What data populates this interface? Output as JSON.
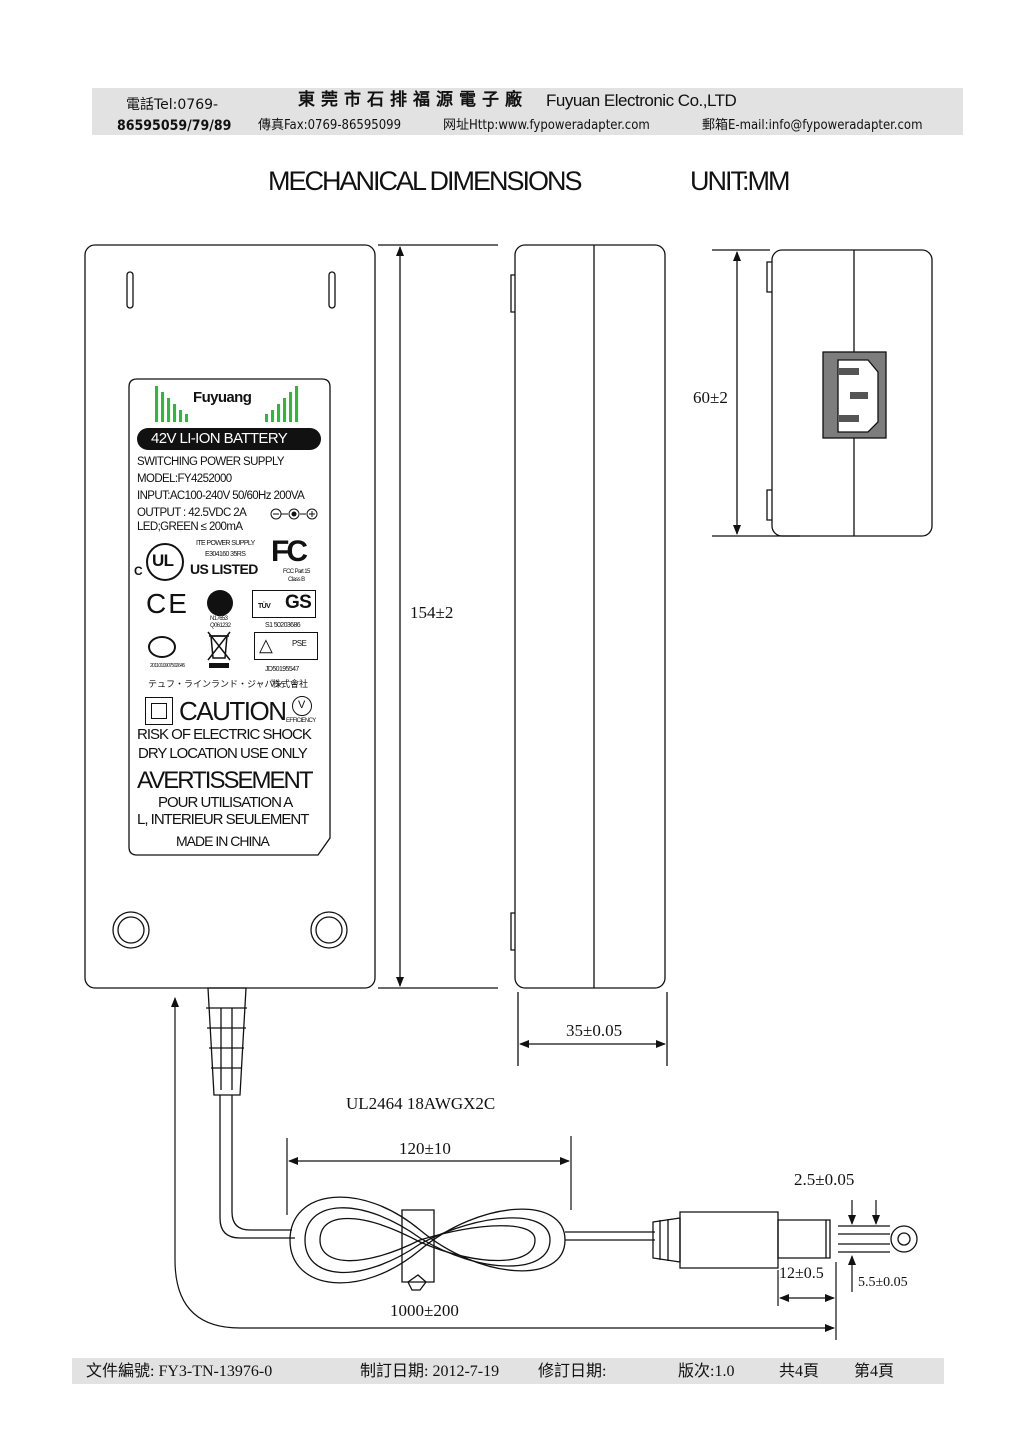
{
  "header": {
    "tel": "電話Tel:0769-",
    "tel_numbers": "86595059/79/89",
    "company_cn": "東莞市石排福源電子廠",
    "company_en": "Fuyuan Electronic Co.,LTD",
    "fax": "傳真Fax:0769-86595099",
    "website": "网址Http:www.fypoweradapter.com",
    "email": "郵箱E-mail:info@fypoweradapter.com"
  },
  "title": "MECHANICAL DIMENSIONS",
  "unit": "UNIT:MM",
  "label": {
    "brand": "Fuyuang",
    "battery_banner": "42V LI-ION BATTERY",
    "line1": "SWITCHING POWER SUPPLY",
    "model": "MODEL:FY4252000",
    "input": "INPUT:AC100-240V 50/60Hz 200VA",
    "output": "OUTPUT : 42.5VDC 2A",
    "led": "LED;GREEN ≤ 200mA",
    "ite": "ITE POWER SUPPLY",
    "file_no": "E304160 35RS",
    "ul_c": "C",
    "ul_listed": "US LISTED",
    "fcc": "FC",
    "fcc_part": "FCC Part 15",
    "fcc_class": "Class B",
    "ce": "CE",
    "n_code1": "N17653",
    "n_code2": "Q061232",
    "gs_code": "S1 50203686",
    "ccc_code": "2011010907502645",
    "pse": "PSE",
    "jd_code": "JD50195547",
    "japanese": "テュフ・ラインランド・ジャパン",
    "japanese2": "株式會社",
    "caution": "CAUTION",
    "efficiency": "EFFICIENCY",
    "efficiency_mark": "V",
    "risk": "RISK OF ELECTRIC SHOCK",
    "dry": "DRY LOCATION USE ONLY",
    "avert": "AVERTISSEMENT",
    "pour": "POUR UTILISATION A",
    "interieur": "L, INTERIEUR SEULEMENT",
    "made": "MADE IN CHINA"
  },
  "dimensions": {
    "length": "154±2",
    "thickness": "35±0.05",
    "height": "60±2",
    "cable_spec": "UL2464 18AWGX2C",
    "coil": "120±10",
    "cable_length": "1000±200",
    "pin": "2.5±0.05",
    "plug_len": "12±0.5",
    "barrel": "5.5±0.05"
  },
  "footer": {
    "doc_no": "文件編號: FY3-TN-13976-0",
    "date": "制訂日期: 2012-7-19",
    "rev_date": "修訂日期:",
    "version": "版次:1.0",
    "pages": "共4頁",
    "page": "第4頁"
  }
}
